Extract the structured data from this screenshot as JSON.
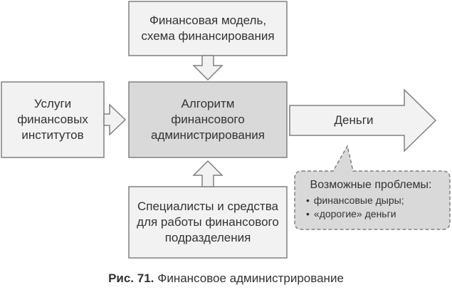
{
  "diagram": {
    "top_box": {
      "lines": [
        "Финансовая модель,",
        "схема финансирования"
      ]
    },
    "left_box": {
      "lines": [
        "Услуги",
        "финансовых",
        "институтов"
      ]
    },
    "center_box": {
      "lines": [
        "Алгоритм",
        "финансового",
        "администрирования"
      ]
    },
    "bottom_box": {
      "lines": [
        "Специалисты и средства",
        "для работы финансового",
        "подразделения"
      ]
    },
    "output_arrow": {
      "label": "Деньги"
    },
    "callout": {
      "title": "Возможные проблемы:",
      "items": [
        "финансовые дыры;",
        "«дорогие» деньги"
      ]
    }
  },
  "caption": {
    "number": "Рис. 71.",
    "text": "Финансовое администрирование"
  },
  "colors": {
    "box_fill": "#f2f2f2",
    "center_fill": "#d9d9d9",
    "callout_fill": "#d9d9d9",
    "stroke": "#808080"
  }
}
